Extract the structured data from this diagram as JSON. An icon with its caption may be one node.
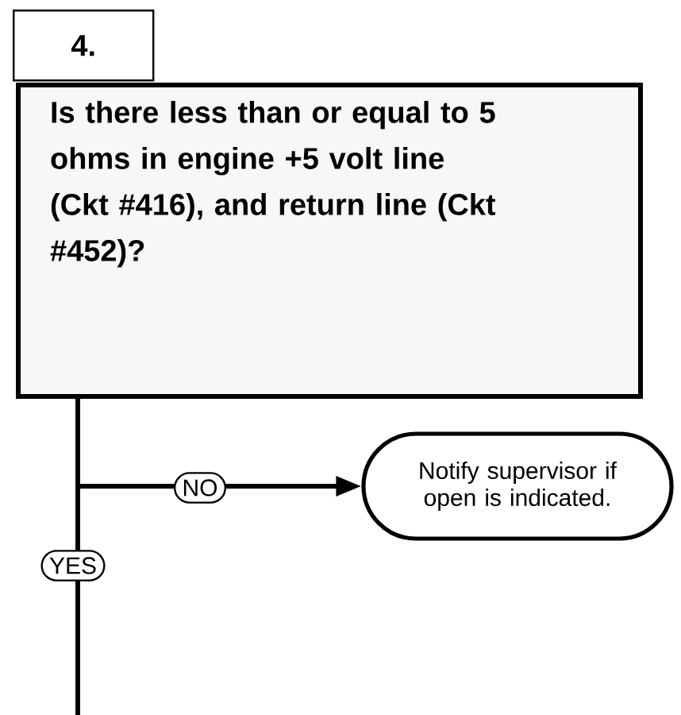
{
  "diagram": {
    "nodes": [
      {
        "text": [
          "4."
        ]
      },
      {
        "text": [
          "Is there less than or equal to 5 ohms in engine +5 volt line (Ckt #416), and return line (Ckt #452)?"
        ]
      },
      {
        "text": [
          "Notify supervisor if open is indicated."
        ]
      }
    ],
    "edges": [
      {
        "from": 1,
        "to": 2,
        "arrow": "to",
        "label": "NO"
      },
      {
        "from": 1,
        "to": null,
        "arrow": "none",
        "label": "YES"
      }
    ]
  }
}
